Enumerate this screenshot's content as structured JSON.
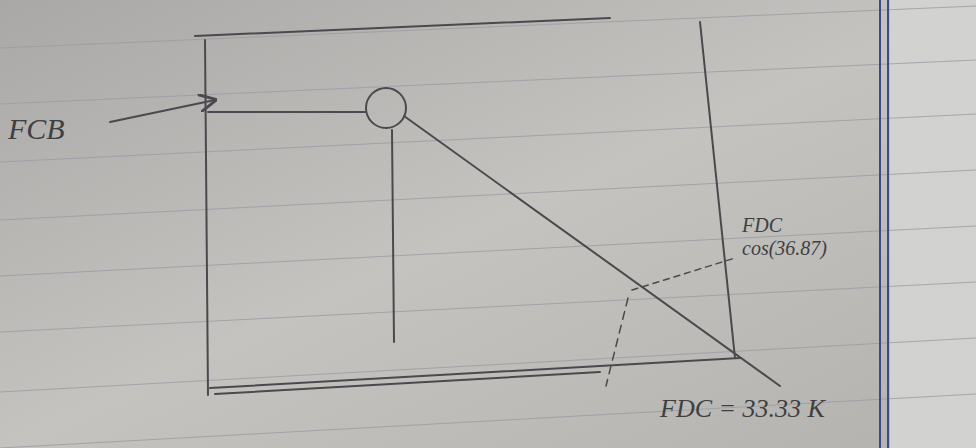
{
  "diagram": {
    "labels": [
      "FCB",
      "FDC cos(36.87)",
      "FDC = 33.33 K"
    ]
  }
}
